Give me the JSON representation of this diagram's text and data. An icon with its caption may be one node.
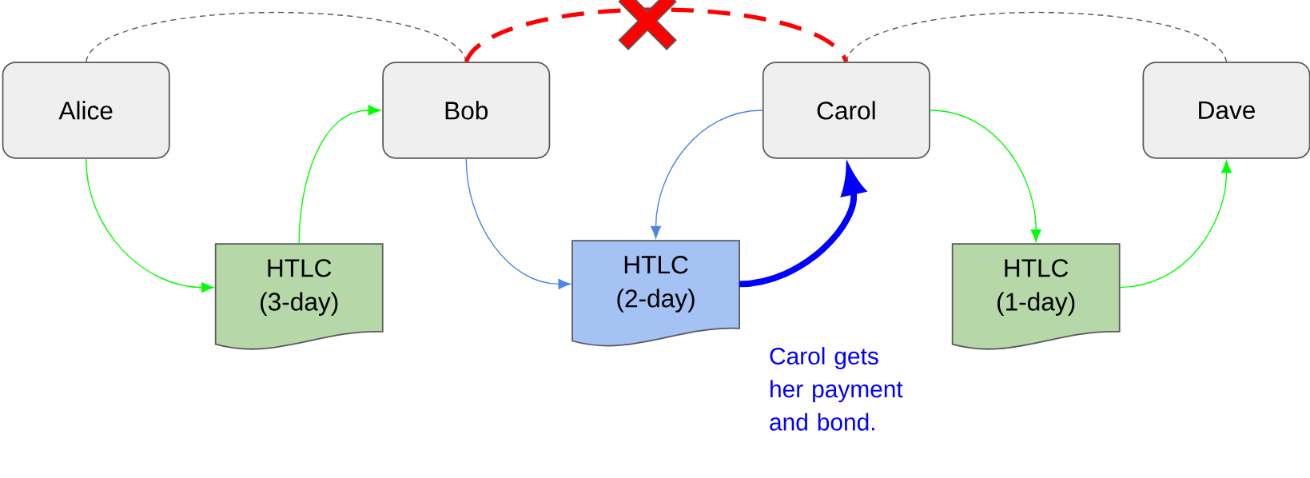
{
  "diagram": {
    "nodes": [
      {
        "text": [
          "Alice"
        ]
      },
      {
        "text": [
          "Bob"
        ]
      },
      {
        "text": [
          "Carol"
        ]
      },
      {
        "text": [
          "Dave"
        ]
      },
      {
        "text": [
          "HTLC (3-day)"
        ]
      },
      {
        "text": [
          "HTLC (2-day)"
        ]
      },
      {
        "text": [
          "HTLC (1-day)"
        ]
      }
    ],
    "edges": [
      {
        "from": 0,
        "to": 4,
        "arrow": "to",
        "color": "#00ff00"
      },
      {
        "from": 4,
        "to": 1,
        "arrow": "to",
        "color": "#00ff00"
      },
      {
        "from": 1,
        "to": 5,
        "arrow": "to",
        "color": "#4a86e8"
      },
      {
        "from": 2,
        "to": 5,
        "arrow": "to",
        "color": "#4a86e8"
      },
      {
        "from": 5,
        "to": 2,
        "arrow": "to",
        "style": "thick",
        "color": "#0000ff"
      },
      {
        "from": 2,
        "to": 6,
        "arrow": "to",
        "color": "#00ff00"
      },
      {
        "from": 6,
        "to": 3,
        "arrow": "to",
        "color": "#00ff00"
      },
      {
        "from": 0,
        "to": 1,
        "arrow": "none",
        "style": "dashed",
        "color": "#595959"
      },
      {
        "from": 1,
        "to": 2,
        "arrow": "none",
        "style": "dashed",
        "color": "#ff0000"
      },
      {
        "from": 2,
        "to": 3,
        "arrow": "none",
        "style": "dashed",
        "color": "#595959"
      }
    ],
    "labels": [
      "Carol gets her payment and bond."
    ]
  }
}
